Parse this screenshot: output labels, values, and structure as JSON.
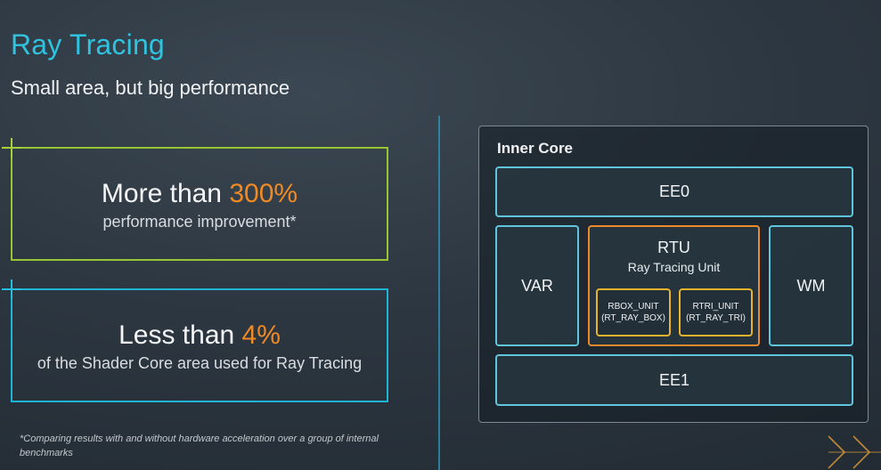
{
  "slide": {
    "title": "Ray Tracing",
    "subtitle": "Small area, but big performance"
  },
  "cards": [
    {
      "headline_prefix": "More than ",
      "value": "300%",
      "caption": "performance improvement*",
      "border_color": "#98c533"
    },
    {
      "headline_prefix": "Less than ",
      "value": "4%",
      "caption": "of the Shader Core area used for Ray Tracing",
      "border_color": "#1eb4d6"
    }
  ],
  "footnote": "*Comparing results with and without hardware acceleration over a group of internal benchmarks",
  "diagram": {
    "container_label": "Inner Core",
    "blocks": {
      "ee0": "EE0",
      "var": "VAR",
      "wm": "WM",
      "ee1": "EE1"
    },
    "rtu": {
      "title": "RTU",
      "subtitle": "Ray Tracing Unit",
      "units": [
        {
          "name": "RBOX_UNIT",
          "detail": "(RT_RAY_BOX)"
        },
        {
          "name": "RTRI_UNIT",
          "detail": "(RT_RAY_TRI)"
        }
      ]
    }
  },
  "colors": {
    "title": "#2fc3df",
    "highlight": "#f08a24",
    "rtu_border": "#ec8a2b",
    "sub_unit_border": "#e9b42b",
    "block_border": "#60c5dc"
  }
}
